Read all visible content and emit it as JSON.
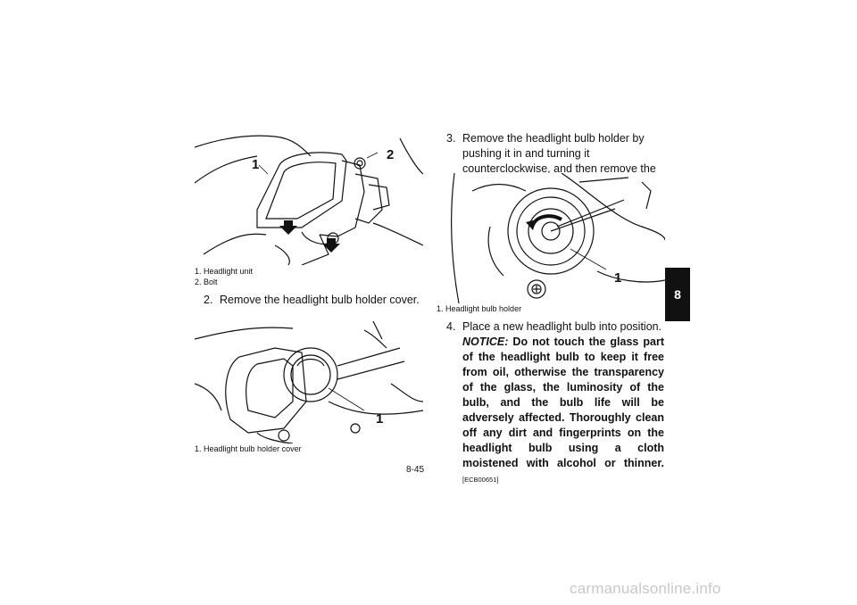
{
  "fig1": {
    "callout1": "1",
    "callout2": "2",
    "caption": [
      "1. Headlight unit",
      "2. Bolt"
    ]
  },
  "step2": {
    "num": "2.",
    "text": "Remove the headlight bulb holder cover."
  },
  "fig2": {
    "callout1": "1",
    "caption": [
      "1. Headlight bulb holder cover"
    ]
  },
  "step3": {
    "num": "3.",
    "text": "Remove the headlight bulb holder by pushing it in and turning it counterclockwise, and then remove the burnt-out bulb."
  },
  "fig3": {
    "callout1": "1",
    "caption": [
      "1. Headlight bulb holder"
    ]
  },
  "step4": {
    "num": "4.",
    "text": "Place a new headlight bulb into position.",
    "notice_label": "NOTICE:",
    "notice_text": "Do not touch the glass part of the headlight bulb to keep it free from oil, otherwise the transparency of the glass, the luminosity of the bulb, and the bulb life will be adversely affected. Thoroughly clean off any dirt and fingerprints on the headlight bulb using a cloth moistened with alcohol or thinner.",
    "code": "[ECB00651]"
  },
  "section_tab": "8",
  "page_number": "8-45",
  "watermark": "carmanualsonline.info"
}
